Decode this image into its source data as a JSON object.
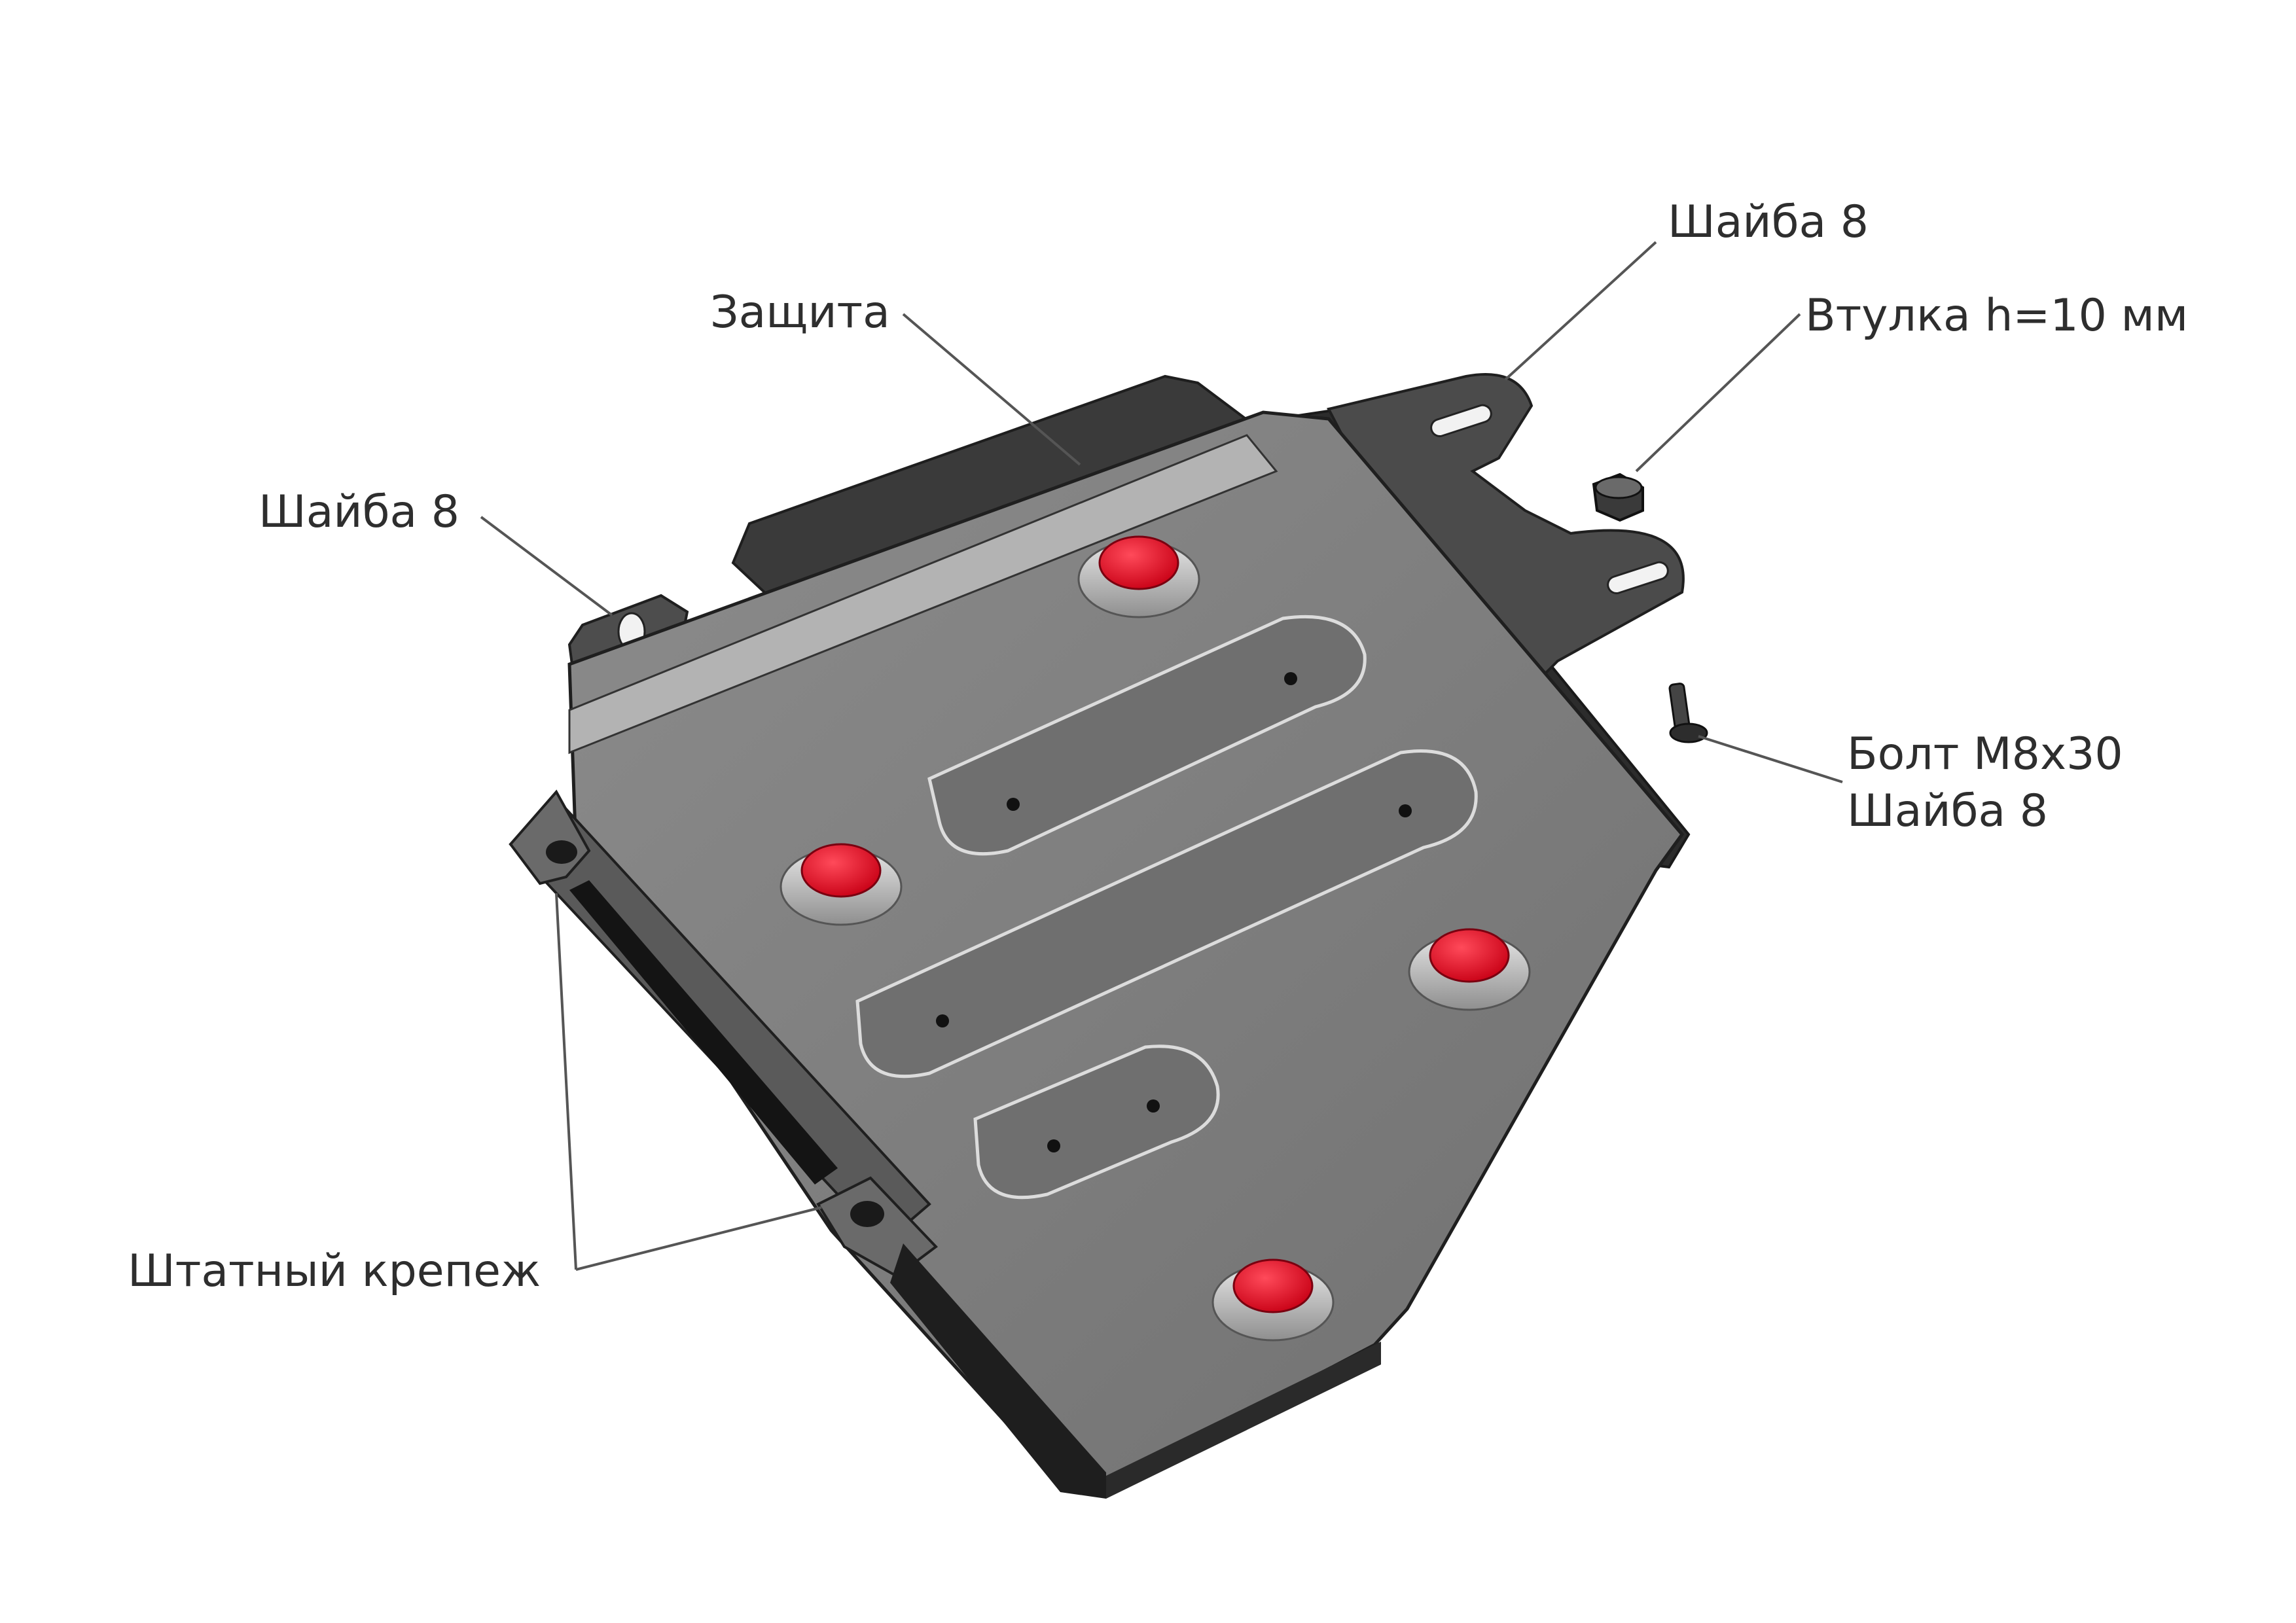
{
  "labels": {
    "washer_left": "Шайба 8",
    "protection": "Защита",
    "washer_top_right": "Шайба 8",
    "bushing": "Втулка h=10 мм",
    "bolt": "Болт М8х30",
    "bolt_washer": "Шайба 8",
    "standard_fastener": "Штатный крепеж"
  },
  "colors": {
    "plate_face": "#7a7a7a",
    "plate_face_light": "#8a8a8a",
    "plate_edge": "#2a2a2a",
    "plate_top_strip": "#a9a9a9",
    "rib": "#6d6d6d",
    "plug_red": "#e0001b",
    "plug_ring": "#bdbdbd"
  }
}
